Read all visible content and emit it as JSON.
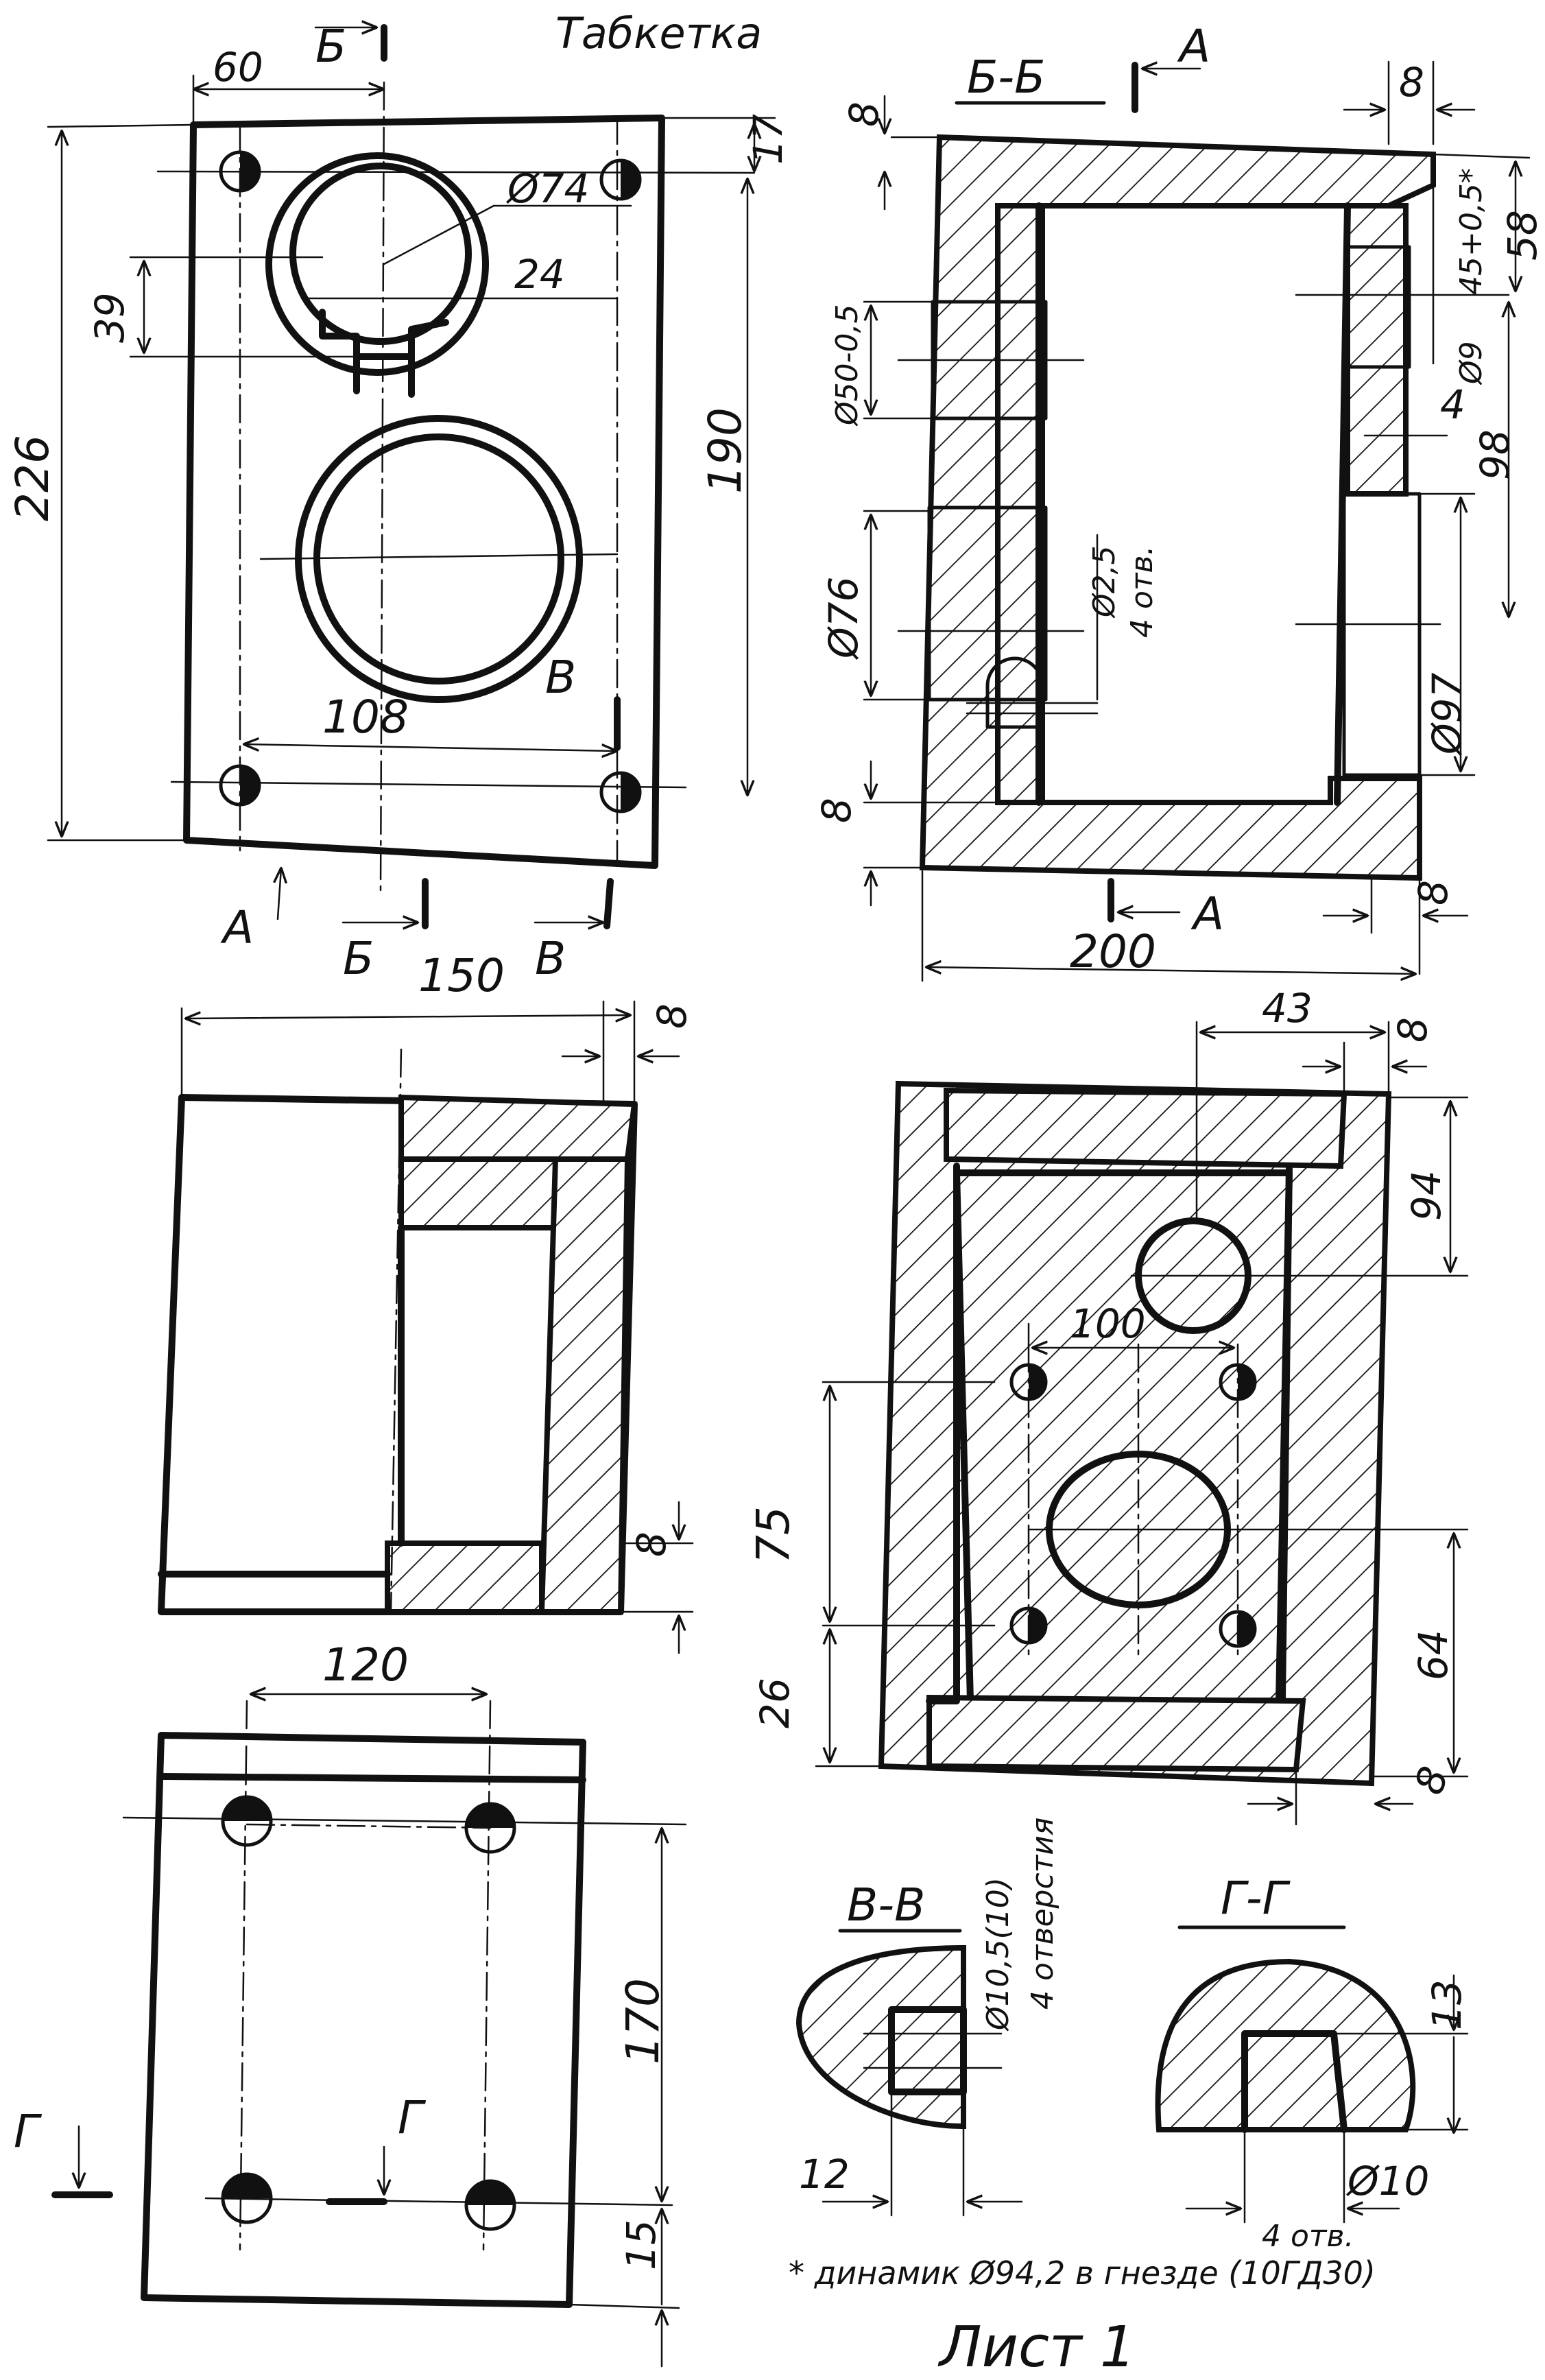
{
  "title": "Табкетка",
  "sheet": "Лист 1",
  "footnote": "* динамик Ø94,2 в гнезде (10ГД30)",
  "sections": {
    "bb": "Б-Б",
    "vv": "В-В",
    "gg": "Г-Г"
  },
  "markers": {
    "A": "А",
    "B": "Б",
    "V": "В",
    "G": "Г"
  },
  "dims_front": {
    "d60": "60",
    "d17": "17",
    "d74": "Ø74",
    "d24": "24",
    "d39": "39",
    "d226": "226",
    "d190": "190",
    "d108": "108",
    "d150": "150"
  },
  "dims_section": {
    "d8a": "8",
    "d8b": "8",
    "d58": "58",
    "d45": "45+0,5*",
    "d9": "Ø9",
    "d4": "4",
    "d98": "98",
    "d50": "Ø50-0,5",
    "d25": "Ø2,5",
    "holes4": "4 отв.",
    "d76": "Ø76",
    "d97": "Ø97",
    "d8c": "8",
    "d8d": "8",
    "d200": "200"
  },
  "dims_side": {
    "d8": "8",
    "d8b": "8"
  },
  "dims_back": {
    "d43": "43",
    "d8a": "8",
    "d94": "94",
    "d100": "100",
    "d75": "75",
    "d26": "26",
    "d64": "64",
    "d8b": "8"
  },
  "dims_bottom": {
    "d120": "120",
    "d170": "170",
    "d15": "15"
  },
  "dims_vv": {
    "d105": "Ø10,5(10)",
    "holes": "4 отверстия",
    "d12": "12"
  },
  "dims_gg": {
    "d13": "13",
    "d10": "Ø10",
    "holes": "4 отв."
  }
}
